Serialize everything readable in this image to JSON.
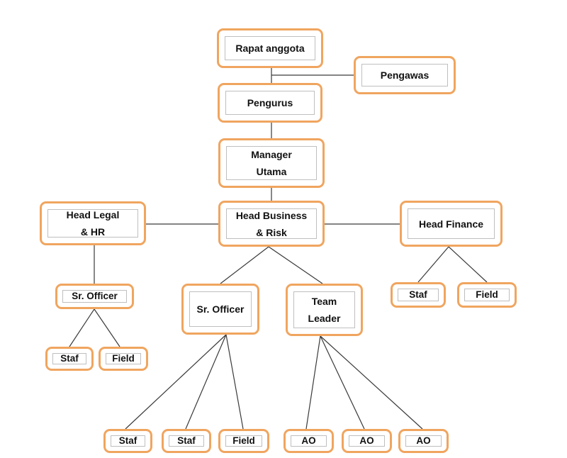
{
  "colors": {
    "box_border": "#f0a55f",
    "inner_border": "#bfbfbf",
    "connector": "#3a3a3a"
  },
  "nodes": {
    "rapat_anggota": [
      "Rapat anggota"
    ],
    "pengawas": [
      "Pengawas"
    ],
    "pengurus": [
      "Pengurus"
    ],
    "manager_utama": [
      "Manager",
      "Utama"
    ],
    "head_legal_hr": [
      "Head Legal",
      "& HR"
    ],
    "head_business_risk": [
      "Head Business",
      "& Risk"
    ],
    "head_finance": [
      "Head Finance"
    ],
    "sr_officer_legal": [
      "Sr. Officer"
    ],
    "staf_legal": [
      "Staf"
    ],
    "field_legal": [
      "Field"
    ],
    "sr_officer_business": [
      "Sr. Officer"
    ],
    "team_leader": [
      "Team",
      "Leader"
    ],
    "staf_finance": [
      "Staf"
    ],
    "field_finance": [
      "Field"
    ],
    "staf_business_1": [
      "Staf"
    ],
    "staf_business_2": [
      "Staf"
    ],
    "field_business": [
      "Field"
    ],
    "ao_1": [
      "AO"
    ],
    "ao_2": [
      "AO"
    ],
    "ao_3": [
      "AO"
    ]
  }
}
